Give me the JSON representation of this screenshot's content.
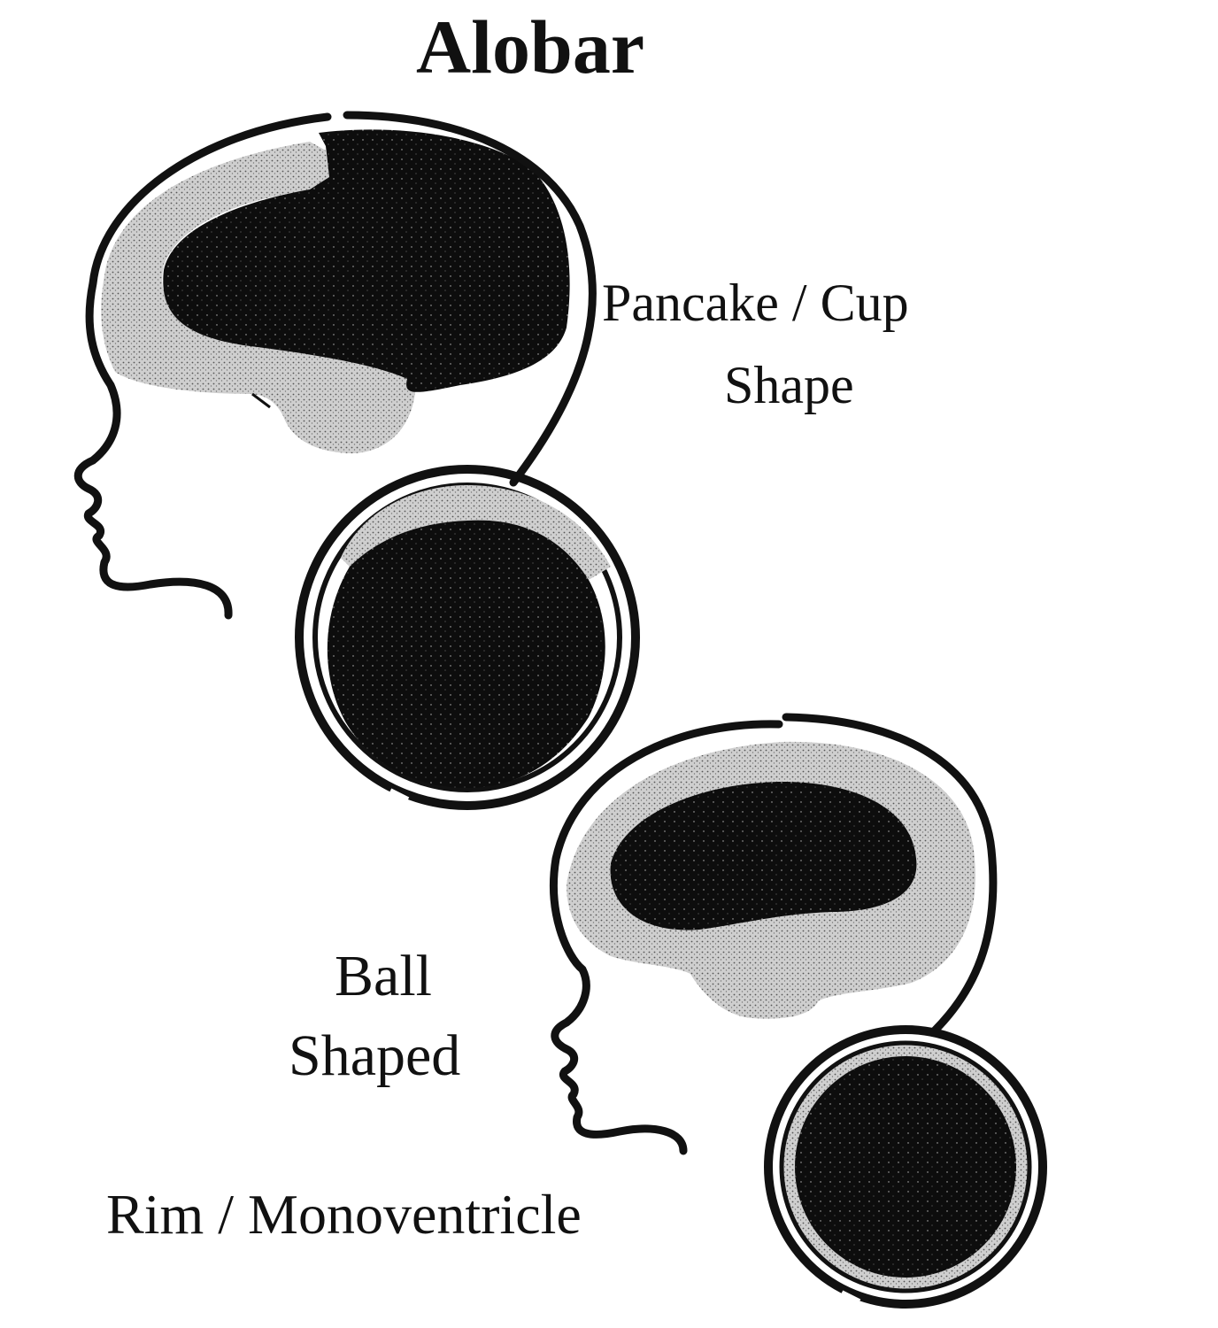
{
  "title": "Alobar",
  "labels": {
    "pancake_line1": "Pancake / Cup",
    "pancake_line2": "Shape",
    "ball_line1": "Ball",
    "ball_line2": "Shaped",
    "rim": "Rim / Monoventricle"
  },
  "colors": {
    "ink": "#111111",
    "brain_tissue": "#c9c9c9",
    "ventricle": "#0d0d0d",
    "background": "#ffffff"
  }
}
